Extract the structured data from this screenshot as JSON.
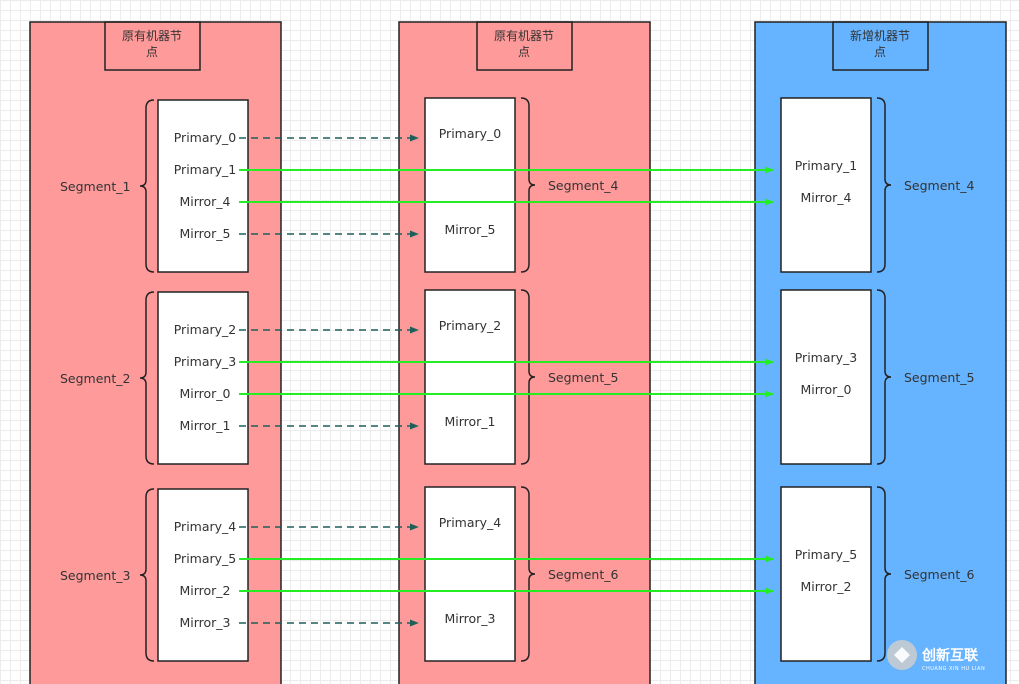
{
  "colors": {
    "original_node_fill": "#ff9a9a",
    "new_node_fill": "#66b3ff",
    "border": "#222222",
    "solid_arrow": "#22ee22",
    "dashed_arrow": "#1f5f5a"
  },
  "nodes": [
    {
      "title": "原有机器节点",
      "kind": "original"
    },
    {
      "title": "原有机器节点",
      "kind": "original"
    },
    {
      "title": "新增机器节点",
      "kind": "new"
    }
  ],
  "node1": {
    "groups": [
      {
        "segment": "Segment_1",
        "items": [
          "Primary_0",
          "Primary_1",
          "Mirror_4",
          "Mirror_5"
        ]
      },
      {
        "segment": "Segment_2",
        "items": [
          "Primary_2",
          "Primary_3",
          "Mirror_0",
          "Mirror_1"
        ]
      },
      {
        "segment": "Segment_3",
        "items": [
          "Primary_4",
          "Primary_5",
          "Mirror_2",
          "Mirror_3"
        ]
      }
    ]
  },
  "node2": {
    "groups": [
      {
        "segment": "Segment_4",
        "items": [
          "Primary_0",
          "Mirror_5"
        ]
      },
      {
        "segment": "Segment_5",
        "items": [
          "Primary_2",
          "Mirror_1"
        ]
      },
      {
        "segment": "Segment_6",
        "items": [
          "Primary_4",
          "Mirror_3"
        ]
      }
    ]
  },
  "node3": {
    "groups": [
      {
        "segment": "Segment_4",
        "items": [
          "Primary_1",
          "Mirror_4"
        ]
      },
      {
        "segment": "Segment_5",
        "items": [
          "Primary_3",
          "Mirror_0"
        ]
      },
      {
        "segment": "Segment_6",
        "items": [
          "Primary_5",
          "Mirror_2"
        ]
      }
    ]
  },
  "arrows": [
    {
      "from": "Primary_0",
      "to": "node2",
      "style": "dashed"
    },
    {
      "from": "Primary_1",
      "to": "node3",
      "style": "solid"
    },
    {
      "from": "Mirror_4",
      "to": "node3",
      "style": "solid"
    },
    {
      "from": "Mirror_5",
      "to": "node2",
      "style": "dashed"
    },
    {
      "from": "Primary_2",
      "to": "node2",
      "style": "dashed"
    },
    {
      "from": "Primary_3",
      "to": "node3",
      "style": "solid"
    },
    {
      "from": "Mirror_0",
      "to": "node3",
      "style": "solid"
    },
    {
      "from": "Mirror_1",
      "to": "node2",
      "style": "dashed"
    },
    {
      "from": "Primary_4",
      "to": "node2",
      "style": "dashed"
    },
    {
      "from": "Primary_5",
      "to": "node3",
      "style": "solid"
    },
    {
      "from": "Mirror_2",
      "to": "node3",
      "style": "solid"
    },
    {
      "from": "Mirror_3",
      "to": "node2",
      "style": "dashed"
    }
  ],
  "watermark": {
    "text": "创新互联",
    "subtext": "CHUANG XIN HU LIAN"
  }
}
